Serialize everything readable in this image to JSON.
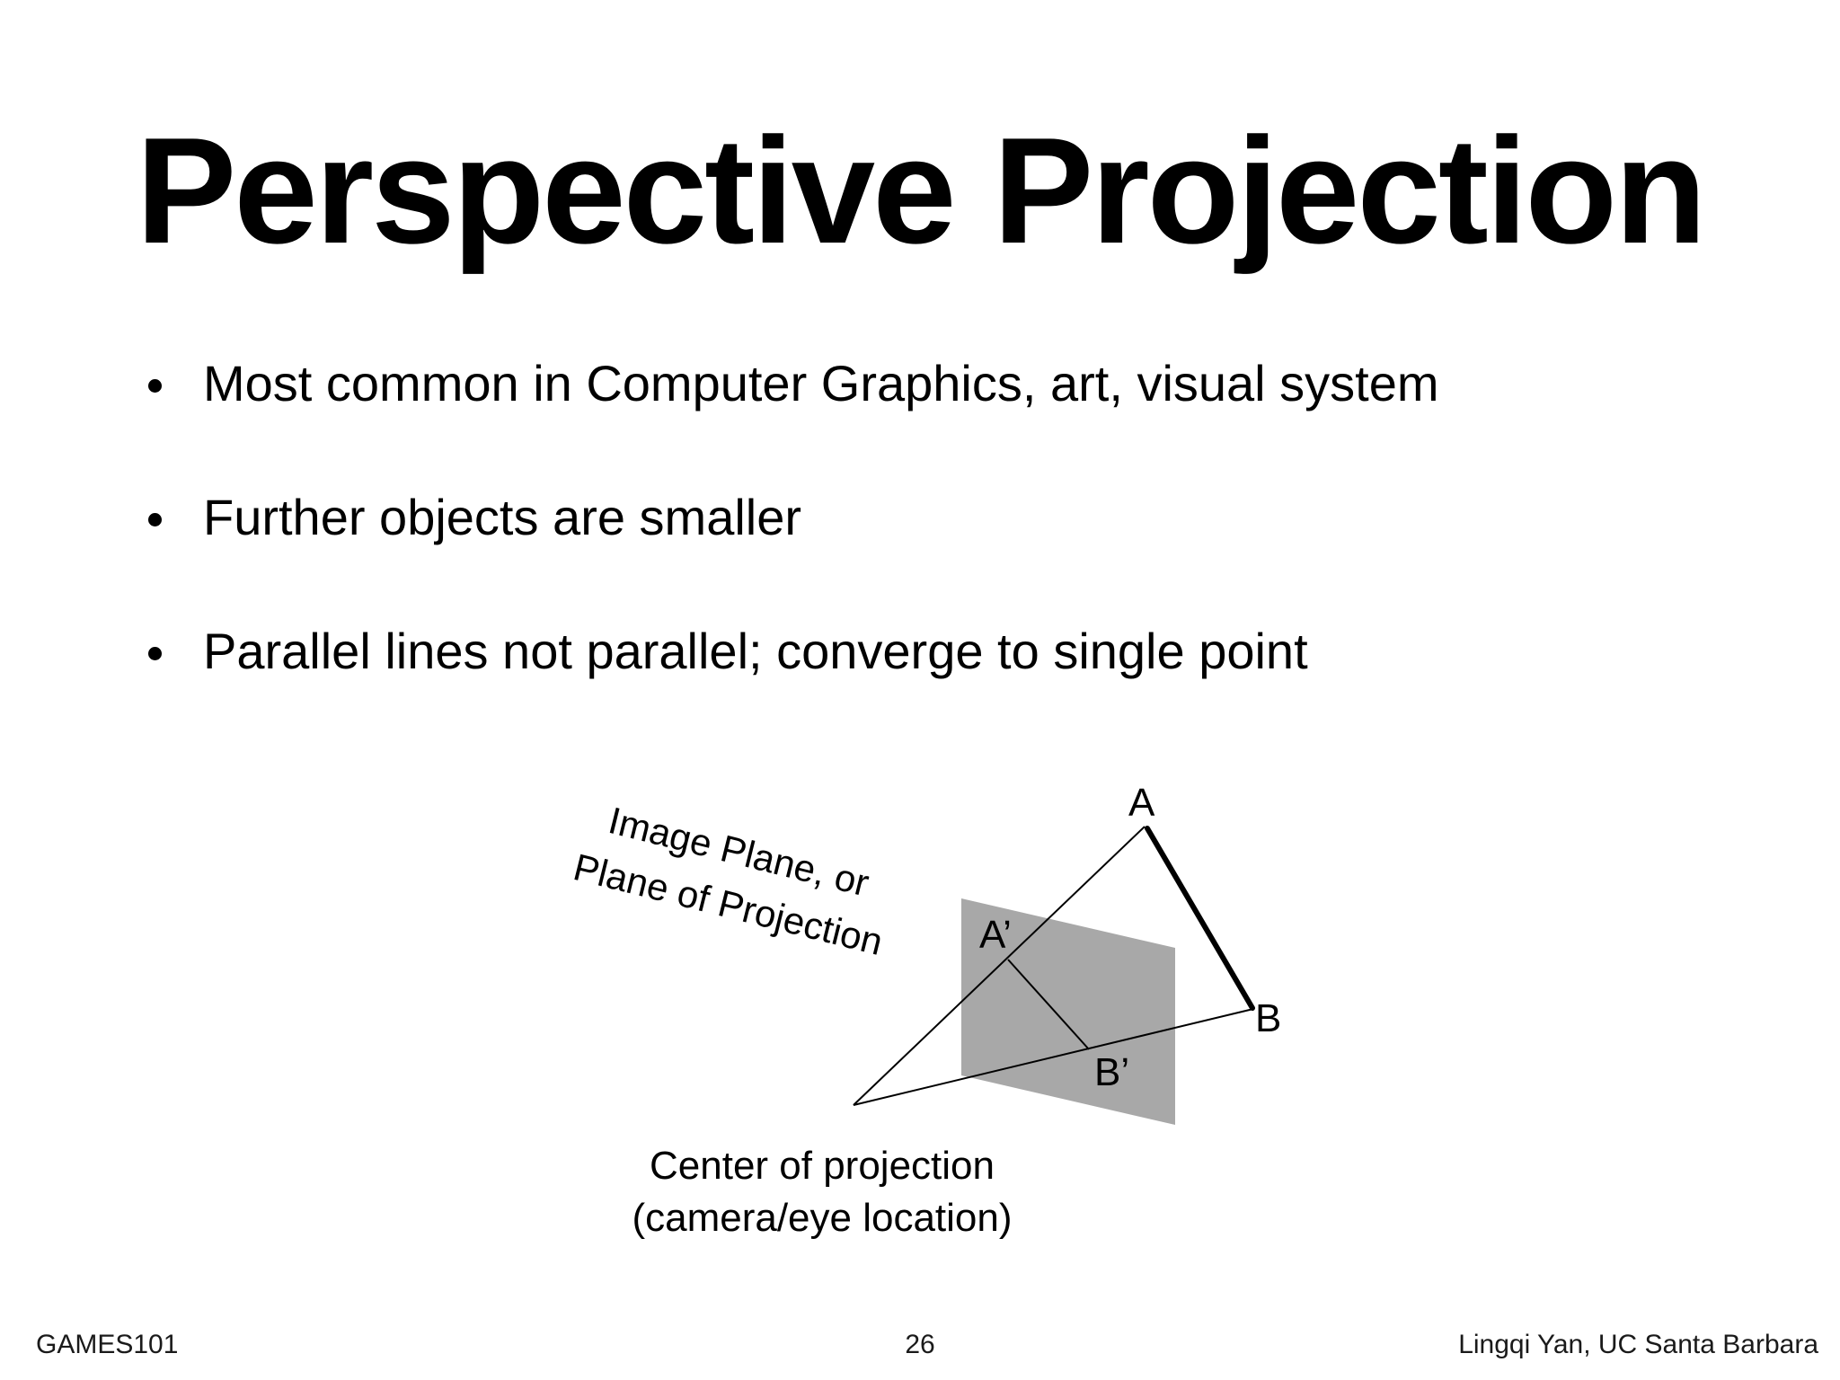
{
  "slide": {
    "title": "Perspective Projection",
    "bullets": [
      "Most common in Computer Graphics, art, visual system",
      "Further objects are smaller",
      "Parallel lines not parallel; converge to single point"
    ]
  },
  "diagram": {
    "plane_label_line1": "Image Plane, or",
    "plane_label_line2": "Plane of Projection",
    "point_a": "A",
    "point_b": "B",
    "point_a_proj": "A’",
    "point_b_proj": "B’",
    "center_label_line1": "Center of projection",
    "center_label_line2": "(camera/eye location)",
    "colors": {
      "image_plane": "#a8a8a8",
      "lines": "#000000"
    }
  },
  "footer": {
    "course": "GAMES101",
    "page_number": "26",
    "author": "Lingqi Yan, UC Santa Barbara"
  }
}
